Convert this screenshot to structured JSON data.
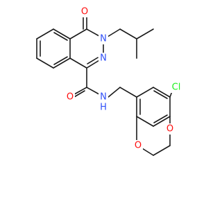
{
  "molecule": {
    "colors": {
      "bond": "#1a1a1a",
      "O": "#ff0d0d",
      "N": "#3050f8",
      "Cl": "#1ff01f",
      "C": "#1a1a1a"
    },
    "atoms": [
      {
        "id": "o_keto",
        "label": "O",
        "element": "O"
      },
      {
        "id": "n_ring_3",
        "label": "N",
        "element": "N"
      },
      {
        "id": "n_ring_2",
        "label": "N",
        "element": "N"
      },
      {
        "id": "o_amide",
        "label": "O",
        "element": "O"
      },
      {
        "id": "n_amide",
        "label": "N",
        "element": "N"
      },
      {
        "id": "h_amide",
        "label": "H",
        "element": "N"
      },
      {
        "id": "cl",
        "label": "Cl",
        "element": "Cl"
      },
      {
        "id": "o_dioxane_upper",
        "label": "O",
        "element": "O"
      },
      {
        "id": "o_dioxane_lower",
        "label": "O",
        "element": "O"
      }
    ]
  }
}
